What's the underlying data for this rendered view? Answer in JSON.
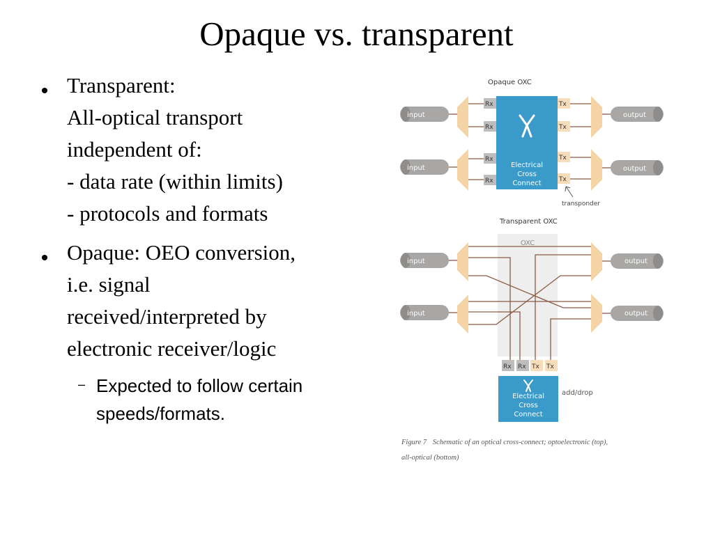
{
  "slide": {
    "title": "Opaque vs. transparent",
    "bullets": [
      {
        "lines": [
          "Transparent:",
          "All-optical transport",
          "independent of:",
          "- data rate (within limits)",
          "- protocols and formats"
        ]
      },
      {
        "lines": [
          "Opaque: OEO conversion,",
          "i.e. signal",
          "received/interpreted by",
          "electronic receiver/logic"
        ],
        "sub_bullet": {
          "marker": "–",
          "lines": [
            " Expected to follow certain",
            "speeds/formats."
          ]
        }
      }
    ]
  },
  "figure": {
    "opaque_title": "Opaque OXC",
    "transparent_title": "Transparent OXC",
    "input_label": "input",
    "output_label": "output",
    "rx_label": "Rx",
    "tx_label": "Tx",
    "connect_lines": [
      "Electrical",
      "Cross",
      "Connect"
    ],
    "oxc_label": "OXC",
    "transponder_label": "transponder",
    "add_drop_label": "add/drop",
    "caption_label": "Figure 7",
    "caption_line1": "Schematic of an optical cross-connect; optoelectronic (top),",
    "caption_line2": "all-optical (bottom)",
    "colors": {
      "blue": "#3a9ac9",
      "mux": "#f4d3a4",
      "rx": "#bdbdbd",
      "tx": "#f6dcb8",
      "fiber": "#a9a7a5",
      "line": "#8a5a44",
      "oxc": "#eeeeee"
    }
  }
}
